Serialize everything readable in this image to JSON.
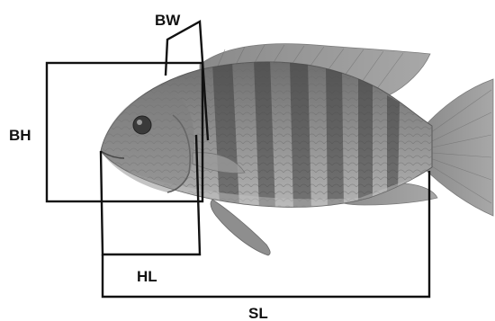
{
  "labels": {
    "bw": "BW",
    "bh": "BH",
    "hl": "HL",
    "sl": "SL"
  },
  "colors": {
    "background": "#ffffff",
    "line": "#111111",
    "fish_body": "#8a8a8a",
    "fish_dark": "#5e5e5e",
    "fish_light": "#b5b5b5",
    "fin": "#9a9a9a",
    "bars": "#4a4a4a"
  }
}
